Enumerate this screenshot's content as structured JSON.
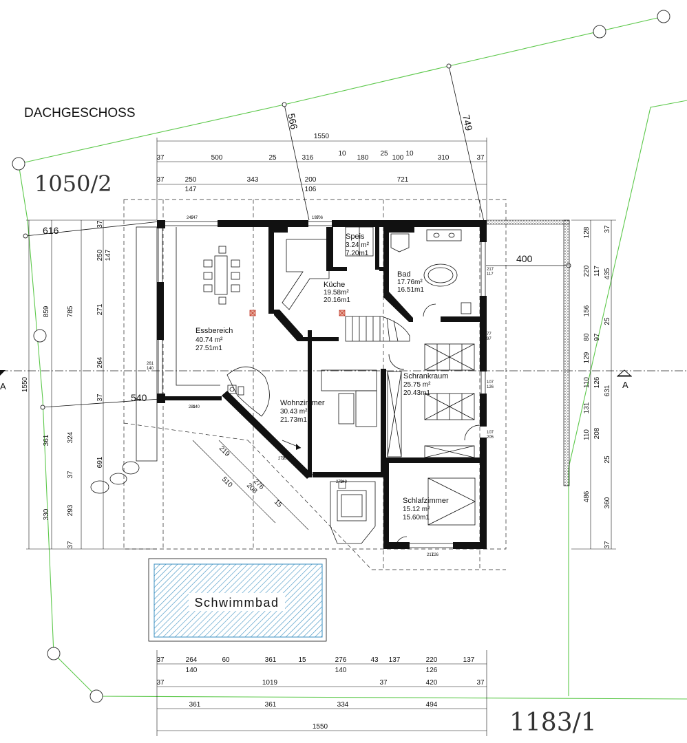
{
  "plan": {
    "title": "DACHGESCHOSS",
    "parcels": [
      "1050/2",
      "1183/1"
    ],
    "section_marker": "A",
    "pool_label": "Schwimmbad",
    "rooms": [
      {
        "name": "Essbereich",
        "area": "40.74 m²",
        "perimeter": "27.51m1"
      },
      {
        "name": "Küche",
        "area": "19.58m²",
        "perimeter": "20.16m1"
      },
      {
        "name": "Speis",
        "area": "3.24 m²",
        "perimeter": "7.20m1"
      },
      {
        "name": "Bad",
        "area": "17.76m²",
        "perimeter": "16.51m1"
      },
      {
        "name": "Schrankraum",
        "area": "25.75 m²",
        "perimeter": "20.43m1"
      },
      {
        "name": "Wohnzimmer",
        "area": "30.43 m²",
        "perimeter": "21.73m1"
      },
      {
        "name": "Schlafzimmer",
        "area": "15.12 m²",
        "perimeter": "15.60m1"
      }
    ],
    "boundary_dims": [
      "566",
      "749",
      "616",
      "540",
      "400"
    ],
    "top_dims": {
      "overall": "1550",
      "row1": [
        "37",
        "500",
        "25",
        "316",
        "10",
        "180",
        "25",
        "100",
        "10",
        "310",
        "37"
      ],
      "row2_top": [
        "37",
        "250",
        "343",
        "200",
        "721"
      ],
      "row2_bottom": [
        "147",
        "106"
      ]
    },
    "left_dims": {
      "overall": "1550",
      "outer": [
        "859",
        "361",
        "330"
      ],
      "middle": [
        "785",
        "691"
      ],
      "inner": [
        "37",
        "250",
        "271",
        "264",
        "37",
        "324",
        "37",
        "293",
        "37"
      ],
      "inner_sub": [
        "147"
      ]
    },
    "right_dims": {
      "col1": [
        "128",
        "220",
        "156",
        "80",
        "129",
        "110",
        "131",
        "110",
        "486"
      ],
      "col2": [
        "117",
        "97",
        "126",
        "208",
        "360"
      ],
      "col3": [
        "37",
        "435",
        "25",
        "631",
        "25",
        "37"
      ]
    },
    "bottom_dims": {
      "row1": [
        "37",
        "264",
        "60",
        "361",
        "15",
        "276",
        "43",
        "137",
        "220",
        "137"
      ],
      "row1_sub": [
        "140",
        "140",
        "126"
      ],
      "row2": [
        "37",
        "1019",
        "37",
        "420",
        "37"
      ],
      "row3": [
        "361",
        "361",
        "334",
        "494"
      ],
      "overall": "1550"
    },
    "small_labels": [
      "247",
      "147",
      "197",
      "106",
      "217",
      "117",
      "77",
      "97",
      "107",
      "126",
      "107",
      "205",
      "261",
      "140",
      "281",
      "140",
      "272",
      "208",
      "273",
      "140",
      "217",
      "126"
    ],
    "diag_dims": [
      "219",
      "276",
      "510",
      "208",
      "15"
    ]
  }
}
